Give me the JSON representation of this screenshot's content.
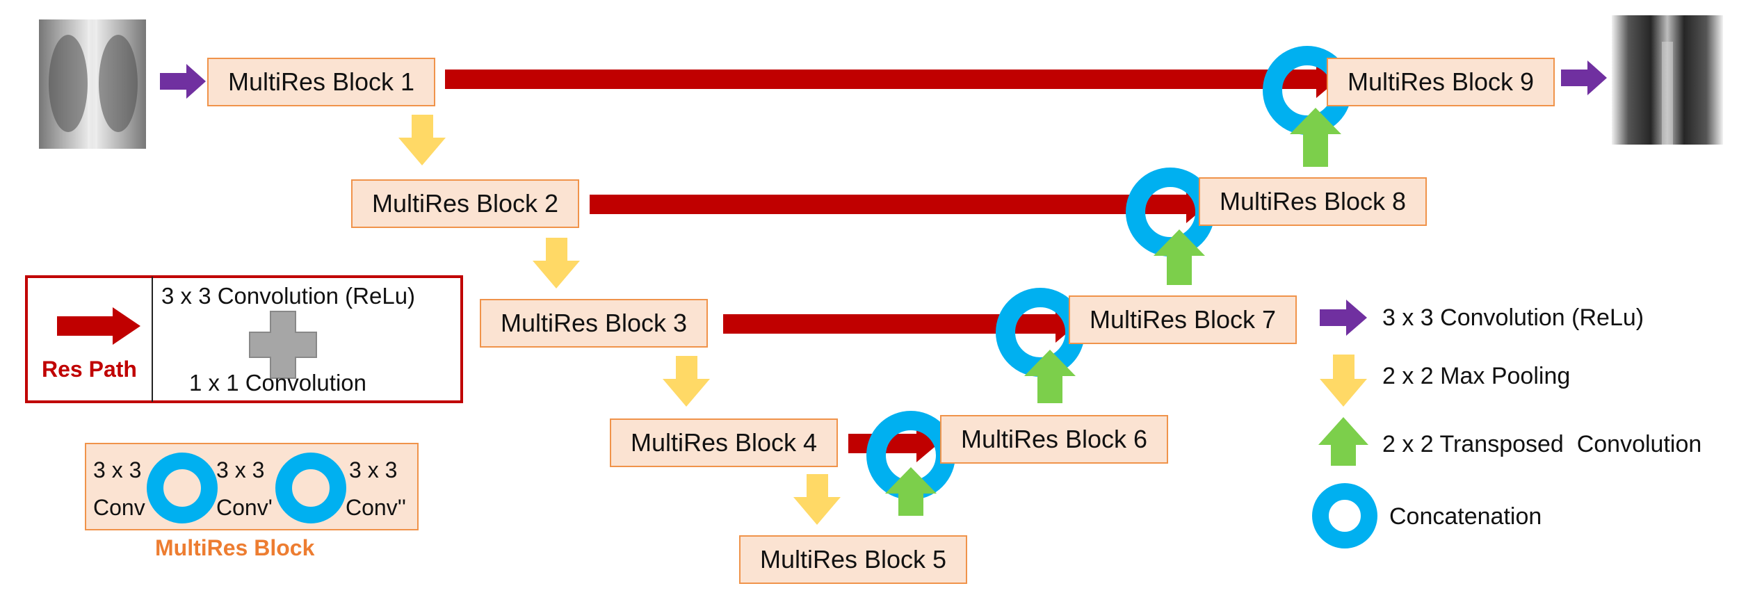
{
  "blocks": {
    "b1": "MultiRes Block 1",
    "b2": "MultiRes Block 2",
    "b3": "MultiRes Block 3",
    "b4": "MultiRes Block 4",
    "b5": "MultiRes Block 5",
    "b6": "MultiRes Block 6",
    "b7": "MultiRes Block 7",
    "b8": "MultiRes Block 8",
    "b9": "MultiRes Block 9"
  },
  "respath_legend": {
    "title": "Res Path",
    "conv3": "3 x 3 Convolution (ReLu)",
    "conv1": "1 x 1 Convolution"
  },
  "multires_block_legend": {
    "title": "MultiRes Block",
    "row1": [
      "3 x 3",
      "3 x 3",
      "3 x 3"
    ],
    "row2": [
      "Conv",
      "Conv'",
      "Conv''"
    ]
  },
  "legend": {
    "conv": "3 x 3 Convolution (ReLu)",
    "pool": "2 x 2 Max Pooling",
    "transposed": "2 x 2 Transposed  Convolution",
    "concat": "Concatenation"
  },
  "colors": {
    "block_fill": "#fbe3d2",
    "block_border": "#f0934a",
    "res_path": "#c00000",
    "conv_arrow": "#7030a0",
    "pool_arrow": "#ffd966",
    "transposed_arrow": "#7ccf4b",
    "concat": "#00b0f0",
    "multires_title": "#ed7d31"
  },
  "icons": [
    "xray-input-image",
    "xray-output-image",
    "plus-icon"
  ]
}
